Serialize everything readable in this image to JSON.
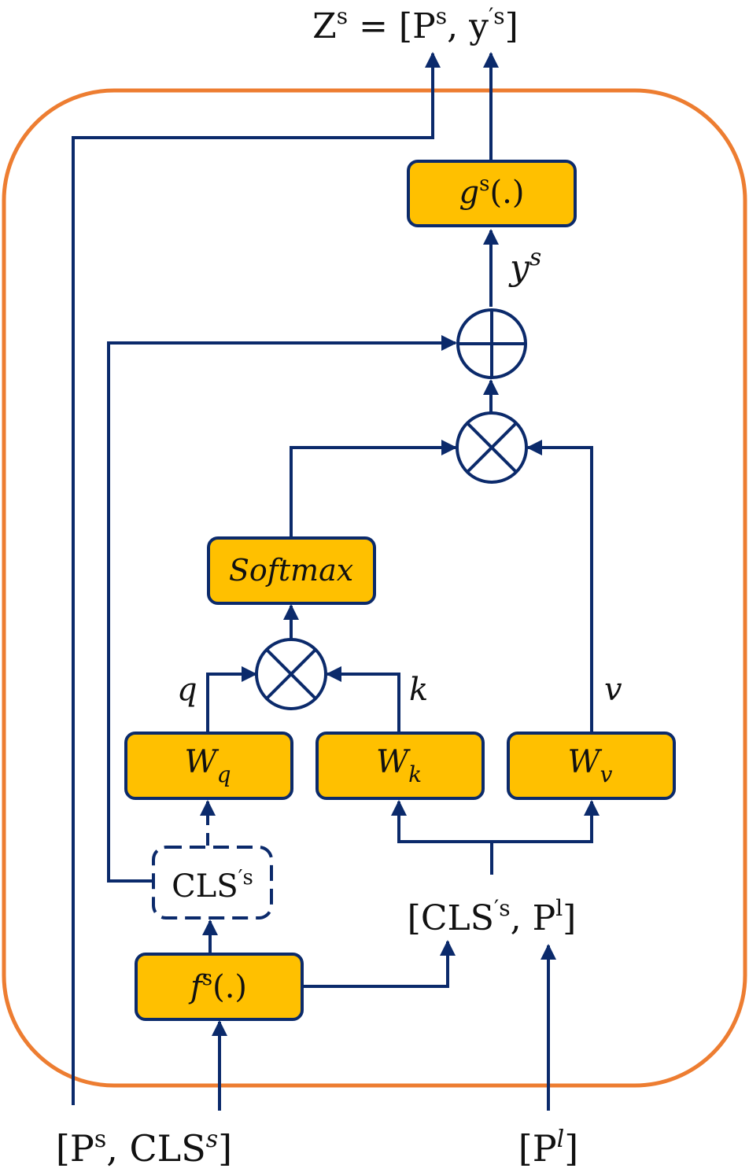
{
  "colors": {
    "frame": "#ED7D31",
    "line": "#0B2A6B",
    "box_fill": "#FFC000",
    "box_stroke": "#0B2A6B",
    "text": "#111111"
  },
  "output": {
    "Z_base": "Z",
    "Z_sup": "s",
    "equals": " = [",
    "P_base": "P",
    "P_sup": "s",
    "sep": ", ",
    "y_base": "y",
    "y_sup": "′s",
    "close": "]"
  },
  "blocks": {
    "g": {
      "base": "g",
      "sup": "s",
      "tail": "(.)"
    },
    "softmax": "Softmax",
    "wq": {
      "base": "W",
      "sub": "q"
    },
    "wk": {
      "base": "W",
      "sub": "k"
    },
    "wv": {
      "base": "W",
      "sub": "v"
    },
    "f": {
      "base": "f",
      "sup": "s",
      "tail": "(.)"
    },
    "cls_dashed": {
      "base": "CLS",
      "sup": "′s"
    }
  },
  "labels": {
    "ys": {
      "base": "y",
      "sup": "s"
    },
    "q": "q",
    "k": "k",
    "v": "v",
    "concat": {
      "open": "[CLS",
      "sup1": "′s",
      "mid": ", P",
      "sup2": "l",
      "close": "]"
    }
  },
  "inputs": {
    "left": {
      "open": "[P",
      "sup1": "s",
      "mid": ", CLS",
      "sup2": "s",
      "close": "]"
    },
    "right": {
      "open": "[P",
      "sup": "l",
      "close": "]"
    }
  },
  "icons": {
    "add": "circle-plus-icon",
    "multiply": "circle-times-icon"
  }
}
